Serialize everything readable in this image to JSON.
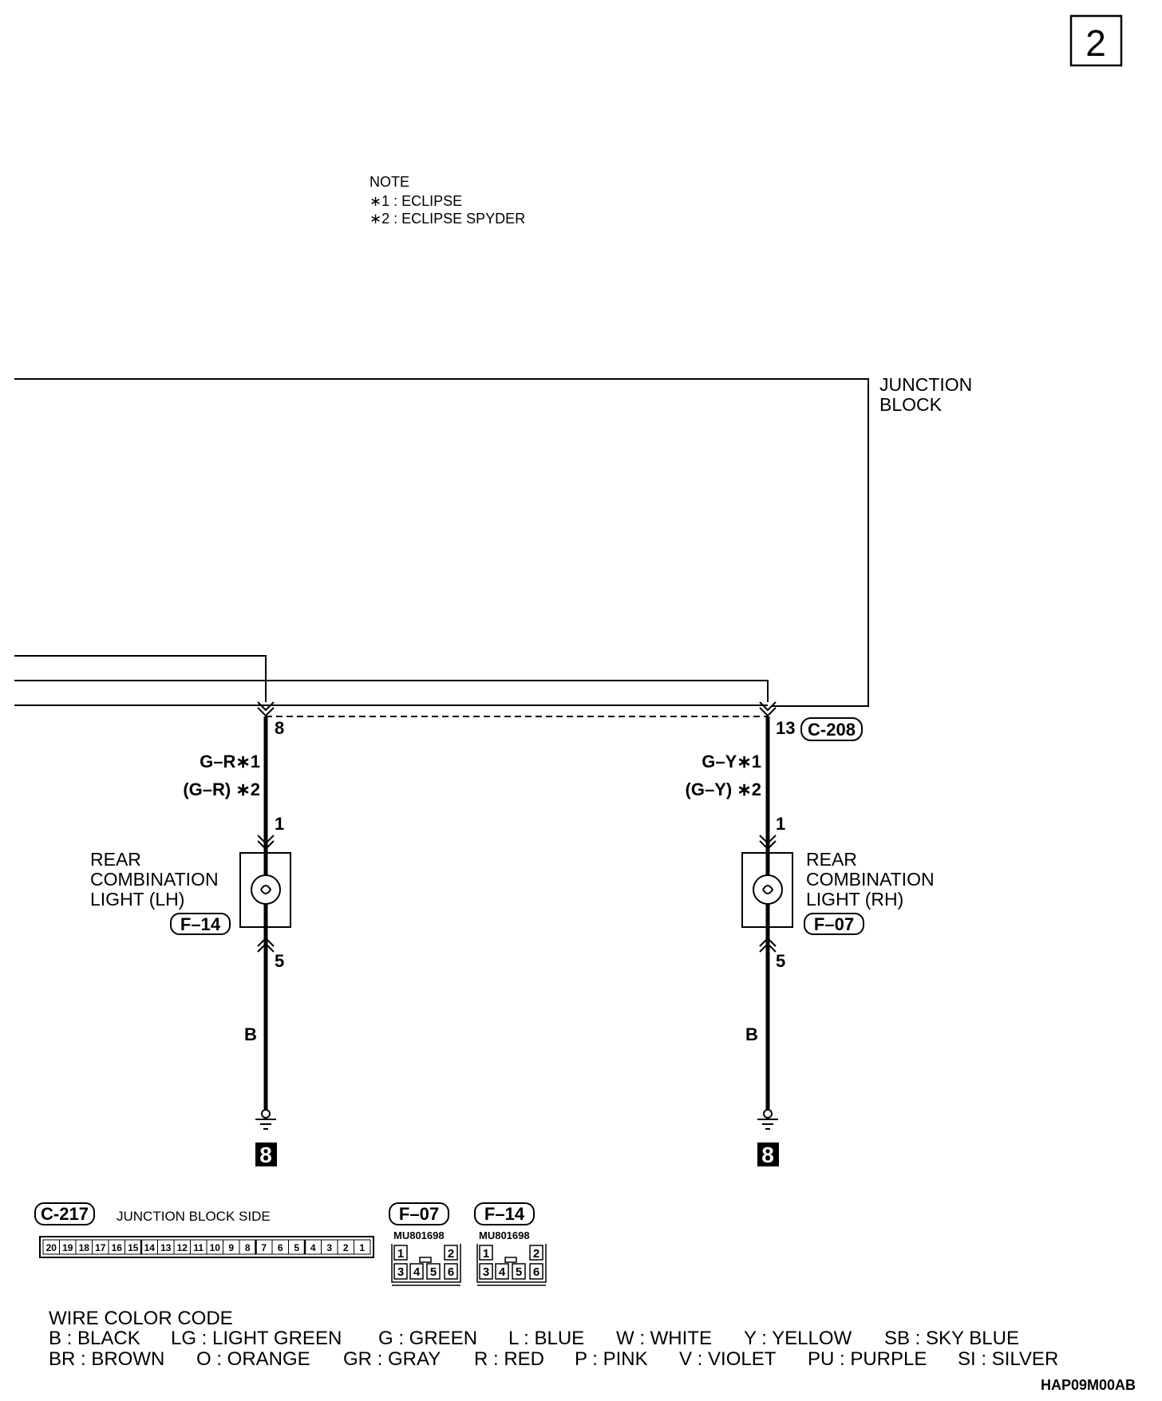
{
  "page_number": "2",
  "note": {
    "title": "NOTE",
    "item1": "∗1 : ECLIPSE",
    "item2": "∗2 : ECLIPSE SPYDER"
  },
  "junction_block": {
    "line1": "JUNCTION",
    "line2": "BLOCK",
    "connector": "C-208"
  },
  "left_circuit": {
    "jb_pin": "8",
    "wire1": "G–R∗1",
    "wire2": "(G–R) ∗2",
    "pin_in": "1",
    "pin_out": "5",
    "ground_wire": "B",
    "ground_id": "8",
    "component": {
      "line1": "REAR",
      "line2": "COMBINATION",
      "line3": "LIGHT (LH)",
      "connector": "F–14"
    }
  },
  "right_circuit": {
    "jb_pin": "13",
    "wire1": "G–Y∗1",
    "wire2": "(G–Y) ∗2",
    "pin_in": "1",
    "pin_out": "5",
    "ground_wire": "B",
    "ground_id": "8",
    "component": {
      "line1": "REAR",
      "line2": "COMBINATION",
      "line3": "LIGHT (RH)",
      "connector": "F–07"
    }
  },
  "connectors": {
    "c217": {
      "id": "C-217",
      "label": "JUNCTION BLOCK SIDE",
      "pins": [
        "20",
        "19",
        "18",
        "17",
        "16",
        "15",
        "14",
        "13",
        "12",
        "11",
        "10",
        "9",
        "8",
        "7",
        "6",
        "5",
        "4",
        "3",
        "2",
        "1"
      ]
    },
    "f07": {
      "id": "F–07",
      "part": "MU801698",
      "pins": [
        "1",
        "2",
        "3",
        "4",
        "5",
        "6"
      ]
    },
    "f14": {
      "id": "F–14",
      "part": "MU801698",
      "pins": [
        "1",
        "2",
        "3",
        "4",
        "5",
        "6"
      ]
    }
  },
  "wire_color_code": {
    "title": "WIRE COLOR CODE",
    "row1": [
      "B : BLACK",
      "LG : LIGHT GREEN",
      "G : GREEN",
      "L : BLUE",
      "W : WHITE",
      "Y : YELLOW",
      "SB : SKY BLUE"
    ],
    "row2": [
      "BR : BROWN",
      "O : ORANGE",
      "GR : GRAY",
      "R : RED",
      "P : PINK",
      "V : VIOLET",
      "PU : PURPLE",
      "SI : SILVER"
    ]
  },
  "figure_code": "HAP09M00AB"
}
